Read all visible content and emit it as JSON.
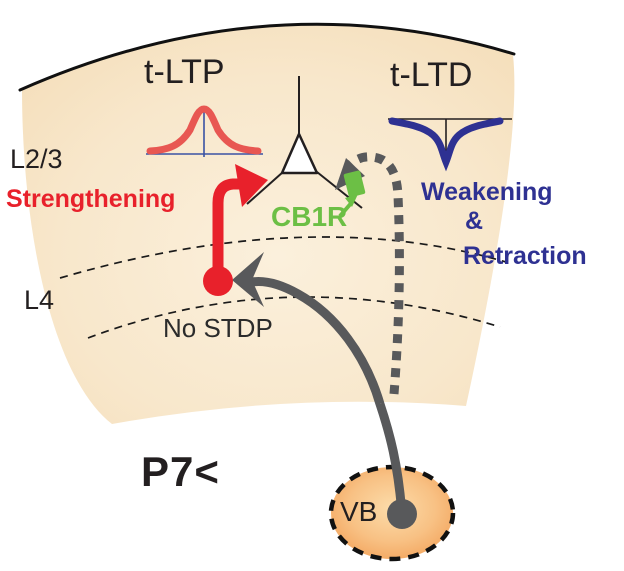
{
  "labels": {
    "tltp": "t-LTP",
    "tltd": "t-LTD",
    "layer23": "L2/3",
    "layer4": "L4",
    "strengthening": "Strengthening",
    "weakening_line1": "Weakening",
    "weakening_line2": "&",
    "weakening_line3": "Retraction",
    "cb1r": "CB1R",
    "no_stdp": "No STDP",
    "age": "P7<",
    "vb": "VB"
  },
  "icons": {
    "tltp_curve": "stdp-potentiation-peak-curve",
    "tltd_curve": "stdp-depression-dip-curve",
    "pyramidal_neuron": "triangle-neuron-with-dendrites",
    "red_pathway": "strengthening-axon-with-arrowhead-and-soma",
    "gray_solid_axon": "thalamocortical-axon-solid-with-arrowhead-and-soma",
    "gray_dashed_axon": "retracting-thalamocortical-axon-dashed-with-arrowhead",
    "cb1r_receptor": "green-receptor-square",
    "cb1r_arrow": "green-pointer-arrow",
    "cortex_wedge": "cortical-slab-wedge",
    "layer_boundaries": "dashed-layer-boundary-arcs",
    "vb_nucleus": "ventrobasal-thalamus-dashed-ellipse"
  },
  "colors": {
    "cortex_fill": "#f7e4c5",
    "cortex_fill_light": "#fbf0dc",
    "tltp_curve_red": "#e85752",
    "strengthening_red": "#e8212b",
    "tltd_navy": "#2e3192",
    "cb1r_green": "#6cbf45",
    "axon_gray": "#58595b",
    "vb_orange_edge": "#f2a057",
    "vb_orange_center": "#fcdcaa",
    "axis_blue": "#3a53a4",
    "text_black": "#231f20"
  }
}
